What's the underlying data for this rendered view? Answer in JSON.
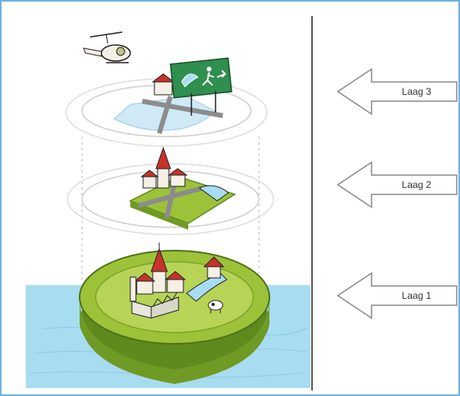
{
  "layers": [
    {
      "label": "Laag 3"
    },
    {
      "label": "Laag 2"
    },
    {
      "label": "Laag 1"
    }
  ],
  "colors": {
    "frame_border": "#6fb3df",
    "water": "#a8dcf0",
    "island_green": "#9cc23a",
    "island_dark": "#5e8a1e",
    "road": "#8c8c8c",
    "roof_red": "#c8322a",
    "sign_green": "#2f8f4e",
    "arrow_outline": "#8a8a8a"
  },
  "icons": [
    "helicopter-icon",
    "evacuation-sign-icon",
    "church-icon",
    "factory-icon",
    "cow-icon"
  ]
}
